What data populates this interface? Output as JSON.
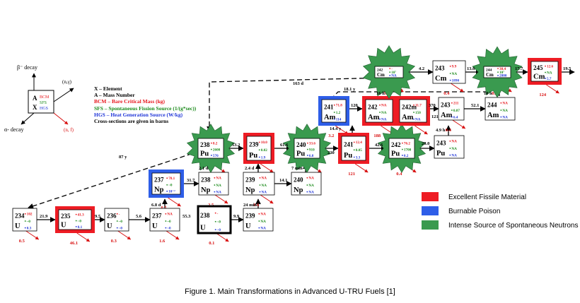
{
  "caption": "Figure 1.  Main Transformations in Advanced U-TRU Fuels [1]",
  "colors": {
    "fissile": "#ee1c24",
    "poison": "#2e5ee8",
    "neutron": "#3a9a4f",
    "bcm": "#e8161c",
    "sfs": "#1a8a1a",
    "hgs": "#2036d8",
    "xs": "#d81010"
  },
  "key": {
    "beta_label": "β⁻ decay",
    "alpha_label": "α- decay",
    "ng_label": "(n,γ)",
    "nf_label": "(n, f)",
    "mass": "A",
    "element": "X",
    "bcm": "BCM",
    "sfs": "SFS",
    "hgs": "HGS",
    "lines": [
      "X – Element",
      "A – Mass Number",
      "BCM – Bare Critical Mass (kg)",
      "SFS – Spontaneous Fission Source (1/(g*sec))",
      "HGS – Heat Generation Source (W/kg)",
      "Cross-sections are given in barns"
    ]
  },
  "legend": [
    {
      "label": "Excellent Fissile Material",
      "color": "#ee1c24"
    },
    {
      "label": "Burnable Poison",
      "color": "#2e5ee8"
    },
    {
      "label": "Intense Source of Spontaneous Neutrons",
      "color": "#3a9a4f"
    }
  ],
  "nuclides": [
    {
      "id": "u234",
      "a": "234",
      "el": "U",
      "bcm": "102",
      "sfs": "~0",
      "hgs": "0.3",
      "nf": "0.5"
    },
    {
      "id": "u235",
      "a": "235",
      "el": "U",
      "bcm": "41.3",
      "sfs": "~0",
      "hgs": "0.1",
      "nf": "46.1"
    },
    {
      "id": "u236",
      "a": "236",
      "el": "U",
      "bcm": "-",
      "sfs": "~0",
      "hgs": "~0",
      "nf": "0.3"
    },
    {
      "id": "u237",
      "a": "237",
      "el": "U",
      "bcm": "NA",
      "sfs": "~0",
      "hgs": "~0",
      "nf": "1.6"
    },
    {
      "id": "u238",
      "a": "238",
      "el": "U",
      "bcm": "-",
      "sfs": "~0",
      "hgs": "~0",
      "nf": "0.1"
    },
    {
      "id": "u239",
      "a": "239",
      "el": "U",
      "bcm": "NA",
      "sfs": "NA",
      "hgs": "NA",
      "nf": ""
    },
    {
      "id": "np237",
      "a": "237",
      "el": "Np",
      "bcm": "78.1",
      "sfs": "~0",
      "hgs": "10⁻²",
      "nf": "0.5"
    },
    {
      "id": "np238",
      "a": "238",
      "el": "Np",
      "bcm": "NA",
      "sfs": "NA",
      "hgs": "NA",
      "nf": "2.5"
    },
    {
      "id": "np239",
      "a": "239",
      "el": "Np",
      "bcm": "NA",
      "sfs": "NA",
      "hgs": "NA",
      "nf": "0.6"
    },
    {
      "id": "np240",
      "a": "240",
      "el": "Np",
      "bcm": "NA",
      "sfs": "NA",
      "hgs": "NA",
      "nf": ""
    },
    {
      "id": "pu238",
      "a": "238",
      "el": "Pu",
      "bcm": "8.2",
      "sfs": "2600",
      "hgs": "570",
      "nf": "2.5"
    },
    {
      "id": "pu239",
      "a": "239",
      "el": "Pu",
      "bcm": "10.0",
      "sfs": "0.02",
      "hgs": "1.9",
      "nf": "29"
    },
    {
      "id": "pu240",
      "a": "240",
      "el": "Pu",
      "bcm": "33.6",
      "sfs": "910",
      "hgs": "6.8",
      "nf": "0.6"
    },
    {
      "id": "pu241",
      "a": "241",
      "el": "Pu",
      "bcm": "12.4",
      "sfs": "0.05",
      "hgs": "3.3",
      "nf": "121"
    },
    {
      "id": "pu242",
      "a": "242",
      "el": "Pu",
      "bcm": "76.2",
      "sfs": "1700",
      "hgs": "0.2",
      "nf": "0.4"
    },
    {
      "id": "pu243",
      "a": "243",
      "el": "Pu",
      "bcm": "NA",
      "sfs": "NA",
      "hgs": "NA",
      "nf": ""
    },
    {
      "id": "am241",
      "a": "241",
      "el": "Am",
      "bcm": "71.8",
      "sfs": "1.2",
      "hgs": "114",
      "nf": "3.2"
    },
    {
      "id": "am242",
      "a": "242",
      "el": "Am",
      "bcm": "NA",
      "sfs": "NA",
      "hgs": "NA",
      "nf": "188"
    },
    {
      "id": "am242m",
      "a": "242m",
      "el": "Am",
      "bcm": "11.7",
      "sfs": "150",
      "hgs": "NA",
      "nf": "6.4"
    },
    {
      "id": "am243",
      "a": "243",
      "el": "Am",
      "bcm": "211",
      "sfs": "0.07",
      "hgs": "6.4",
      "nf": "0.4"
    },
    {
      "id": "am244",
      "a": "244",
      "el": "Am",
      "bcm": "NA",
      "sfs": "NA",
      "hgs": "NA",
      "nf": ""
    },
    {
      "id": "cm242",
      "a": "242",
      "el": "Cm",
      "bcm": "-",
      "sfs": "10⁷",
      "hgs": "NA",
      "nf": "5.4"
    },
    {
      "id": "cm243",
      "a": "243",
      "el": "Cm",
      "bcm": "9.9",
      "sfs": "NA",
      "hgs": "1890",
      "nf": "0.4"
    },
    {
      "id": "cm244",
      "a": "244",
      "el": "Cm",
      "bcm": "30.4",
      "sfs": "10⁷",
      "hgs": "2800",
      "nf": "0.8"
    },
    {
      "id": "cm245",
      "a": "245",
      "el": "Cm",
      "bcm": "12.6",
      "sfs": "NA",
      "hgs": "5.7",
      "nf": "124"
    }
  ],
  "labels": {
    "u234_u235": "21.9",
    "u235_u236": "9.5",
    "u236_u237": "5.6",
    "u237_np237": "6.8 d",
    "u238_u239": "55.3",
    "u239_u239": "9.9",
    "u239_np239": "24 min",
    "np237_np238": "31.7",
    "np238_pu238": "2.1 d",
    "np239_pu239": "2.4 d",
    "np239_np240": "14.1",
    "np240_pu240": "7 min",
    "pu238_pu239": "53.2",
    "pu239_pu240": "61.6",
    "pu240_pu241": "230",
    "pu241_pu242": "42.6",
    "pu242_pu243": "20.0",
    "pu241_am241": "14.4 y",
    "am241_am242": "120",
    "am242_cm242": "16 h",
    "am242m_am243": "370",
    "am243_am244": "52.1",
    "pu243_am243": "4.9 h",
    "am244_cm244": "10 h",
    "cm242_cm243": "4.2",
    "cm243_cm244": "13.6",
    "cm244_cm245": "17.7",
    "cm245_out": "19.5",
    "am_up": "18.1 y",
    "pu238_u234": "87 y",
    "cm242_pu238": "163 d",
    "am242m_121": "121"
  }
}
